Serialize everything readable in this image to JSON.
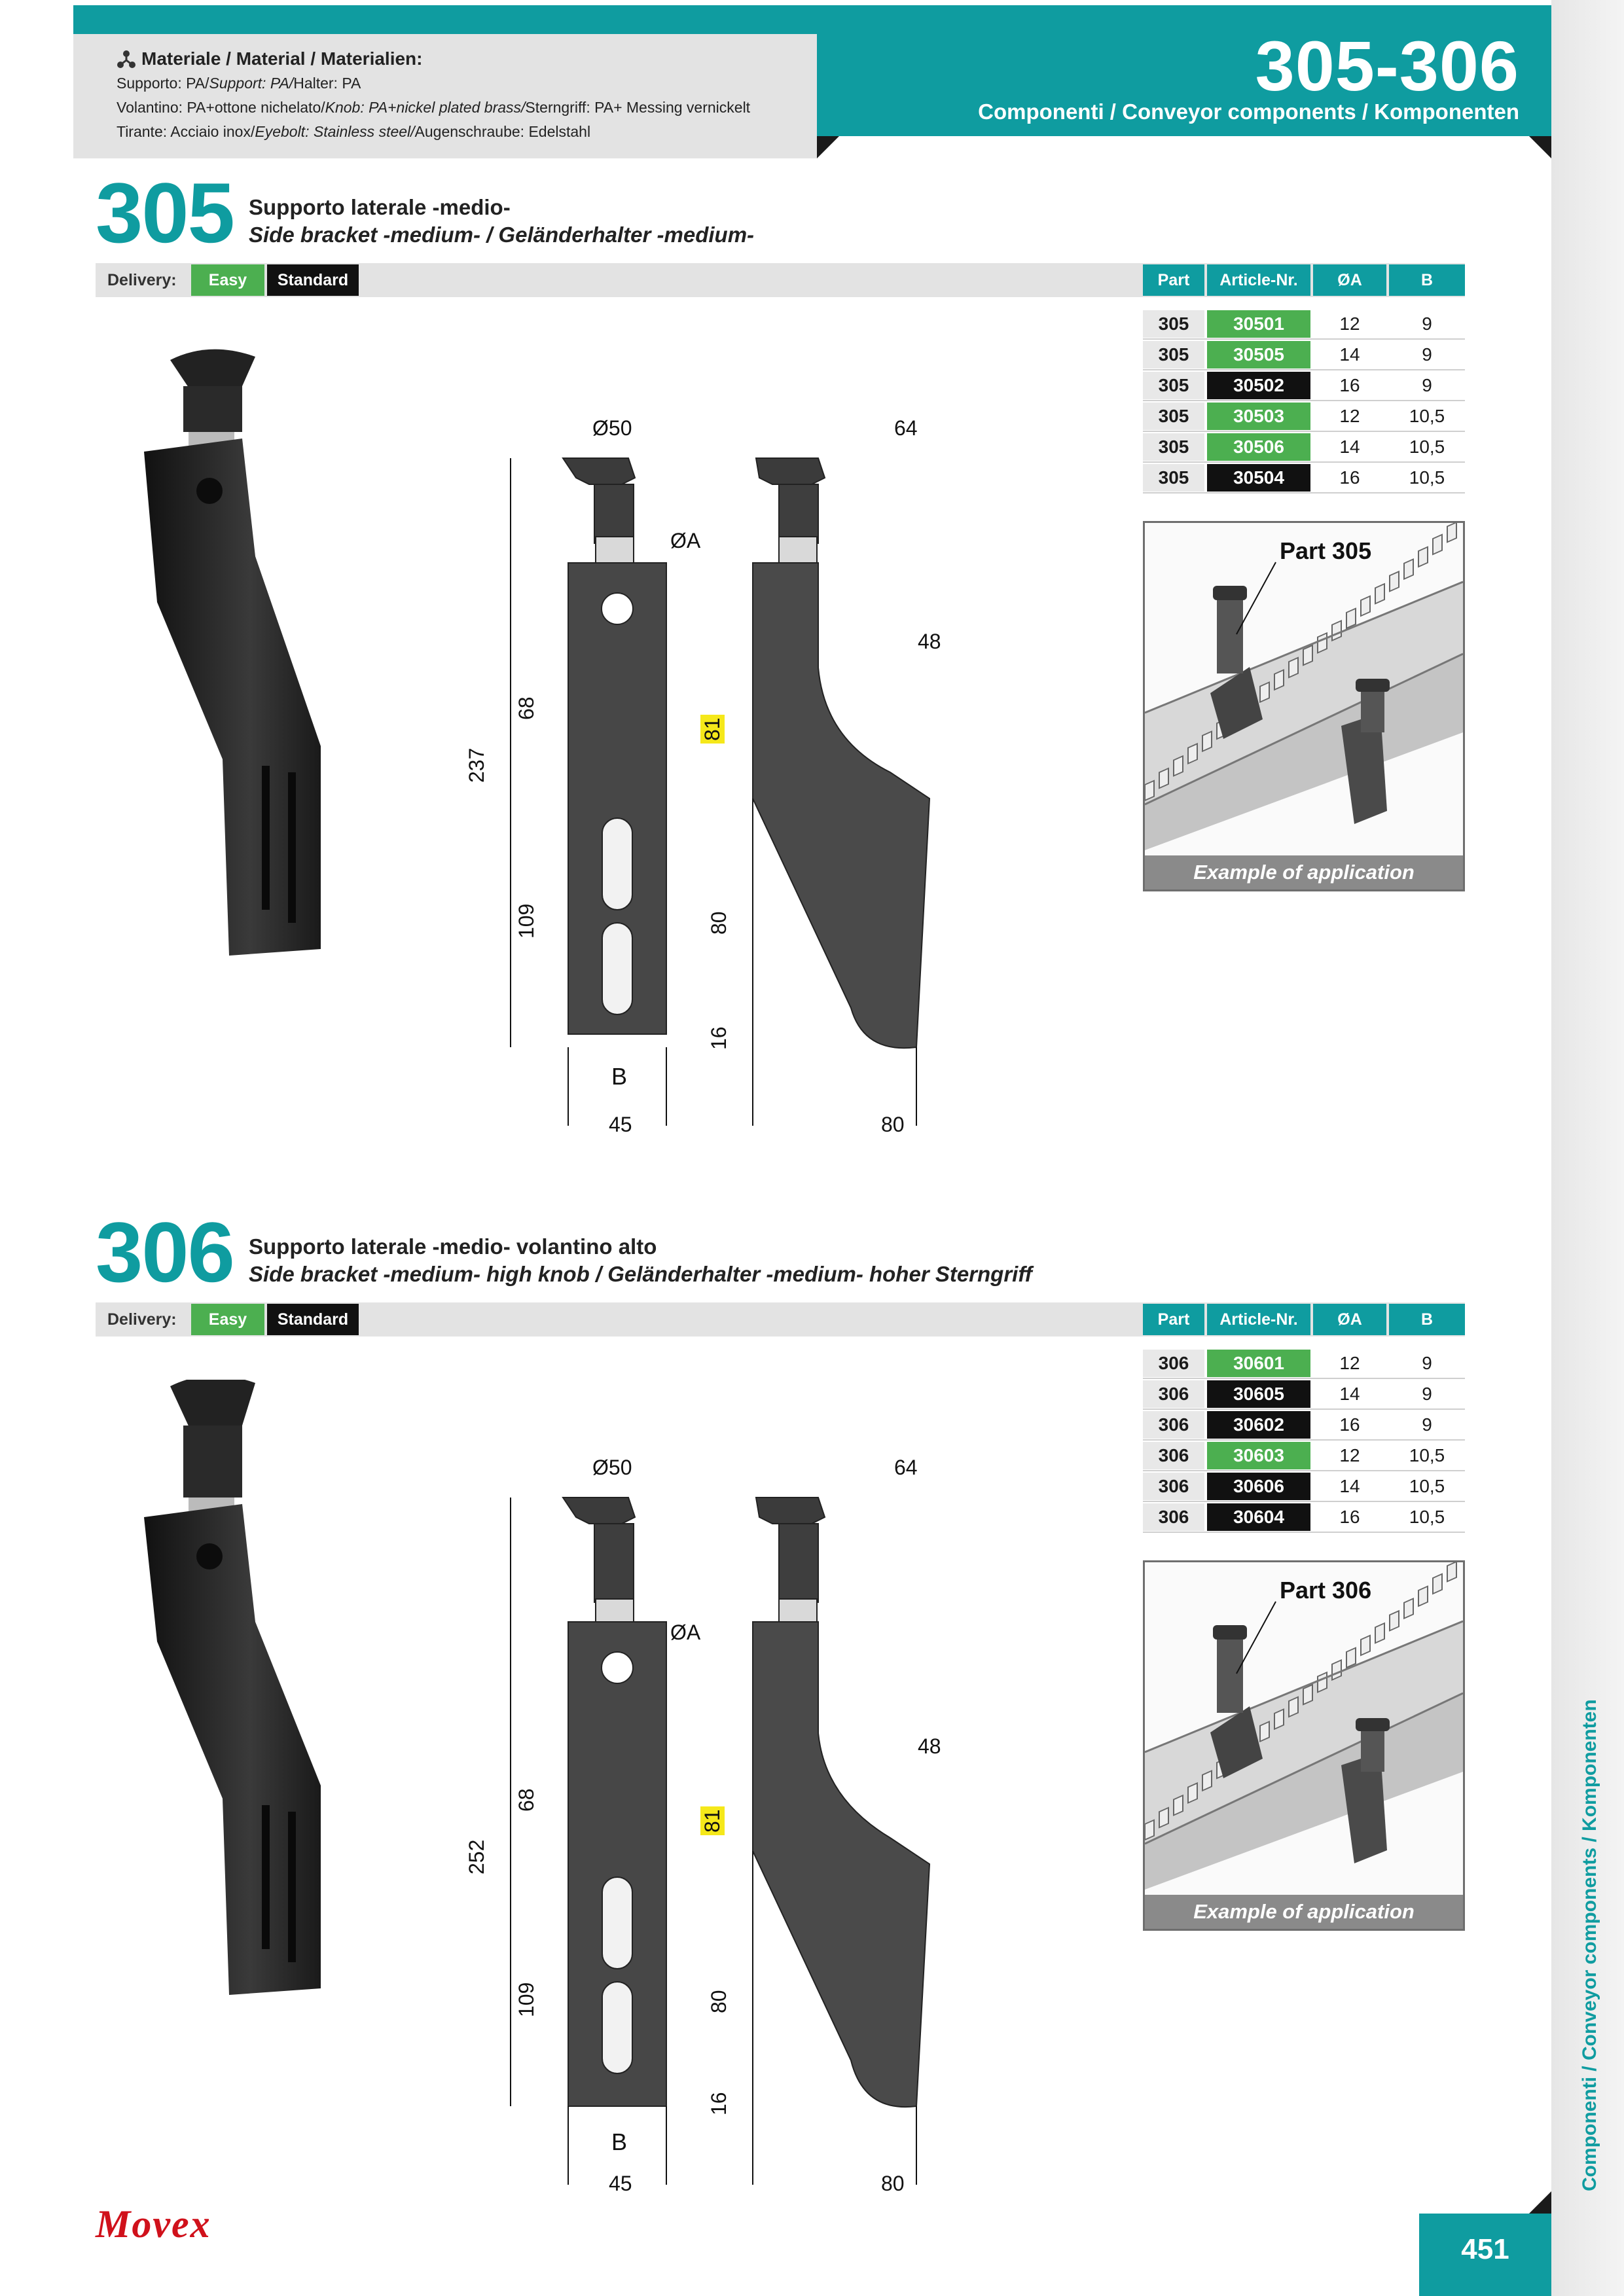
{
  "header": {
    "code": "305-306",
    "subtitle": "Componenti / Conveyor components / Komponenten",
    "material_title": "Materiale / Material / Materialien:",
    "material_lines": [
      {
        "a": "Supporto: PA/",
        "b": "Support: PA/",
        "c": "Halter: PA"
      },
      {
        "a": "Volantino: PA+ottone nichelato/",
        "b": "Knob: PA+nickel plated brass/",
        "c": "Sterngriff: PA+ Messing vernickelt"
      },
      {
        "a": "Tirante: Acciaio inox/",
        "b": "Eyebolt: Stainless steel/",
        "c": "Augenschraube: Edelstahl"
      }
    ]
  },
  "delivery": {
    "label": "Delivery:",
    "easy": "Easy",
    "standard": "Standard"
  },
  "table_headers": [
    "Part",
    "Article-Nr.",
    "ØA",
    "B"
  ],
  "sections": [
    {
      "number": "305",
      "title_it": "Supporto laterale -medio-",
      "title_en_de": "Side bracket -medium- / Geländerhalter -medium-",
      "rows": [
        {
          "part": "305",
          "article": "30501",
          "a": "12",
          "b": "9",
          "kind": "easy"
        },
        {
          "part": "305",
          "article": "30505",
          "a": "14",
          "b": "9",
          "kind": "easy"
        },
        {
          "part": "305",
          "article": "30502",
          "a": "16",
          "b": "9",
          "kind": "standard"
        },
        {
          "part": "305",
          "article": "30503",
          "a": "12",
          "b": "10,5",
          "kind": "easy"
        },
        {
          "part": "305",
          "article": "30506",
          "a": "14",
          "b": "10,5",
          "kind": "easy"
        },
        {
          "part": "305",
          "article": "30504",
          "a": "16",
          "b": "10,5",
          "kind": "standard"
        }
      ],
      "app_title": "Part 305",
      "app_caption": "Example of application",
      "dims": {
        "knob": "Ø50",
        "hole": "ØA",
        "depth": "64",
        "total": "237",
        "upper": "68",
        "yellow": "81",
        "lower": "109",
        "slot": "80",
        "bottom": "16",
        "width_b": "B",
        "width": "45",
        "base": "80",
        "arm": "48"
      }
    },
    {
      "number": "306",
      "title_it": "Supporto laterale -medio- volantino alto",
      "title_en_de": "Side bracket -medium- high knob / Geländerhalter -medium- hoher Sterngriff",
      "rows": [
        {
          "part": "306",
          "article": "30601",
          "a": "12",
          "b": "9",
          "kind": "easy"
        },
        {
          "part": "306",
          "article": "30605",
          "a": "14",
          "b": "9",
          "kind": "standard"
        },
        {
          "part": "306",
          "article": "30602",
          "a": "16",
          "b": "9",
          "kind": "standard"
        },
        {
          "part": "306",
          "article": "30603",
          "a": "12",
          "b": "10,5",
          "kind": "easy"
        },
        {
          "part": "306",
          "article": "30606",
          "a": "14",
          "b": "10,5",
          "kind": "standard"
        },
        {
          "part": "306",
          "article": "30604",
          "a": "16",
          "b": "10,5",
          "kind": "standard"
        }
      ],
      "app_title": "Part 306",
      "app_caption": "Example of application",
      "dims": {
        "knob": "Ø50",
        "hole": "ØA",
        "depth": "64",
        "total": "252",
        "upper": "68",
        "yellow": "81",
        "lower": "109",
        "slot": "80",
        "bottom": "16",
        "width_b": "B",
        "width": "45",
        "base": "80",
        "arm": "48"
      }
    }
  ],
  "side_text": "Componenti / Conveyor components / Komponenten",
  "footer": {
    "logo": "Movex",
    "page": "451"
  },
  "colors": {
    "accent": "#0f9ca0",
    "easy": "#4caf50",
    "standard": "#111111",
    "highlight": "#f5e81a",
    "logo": "#d0111b"
  }
}
